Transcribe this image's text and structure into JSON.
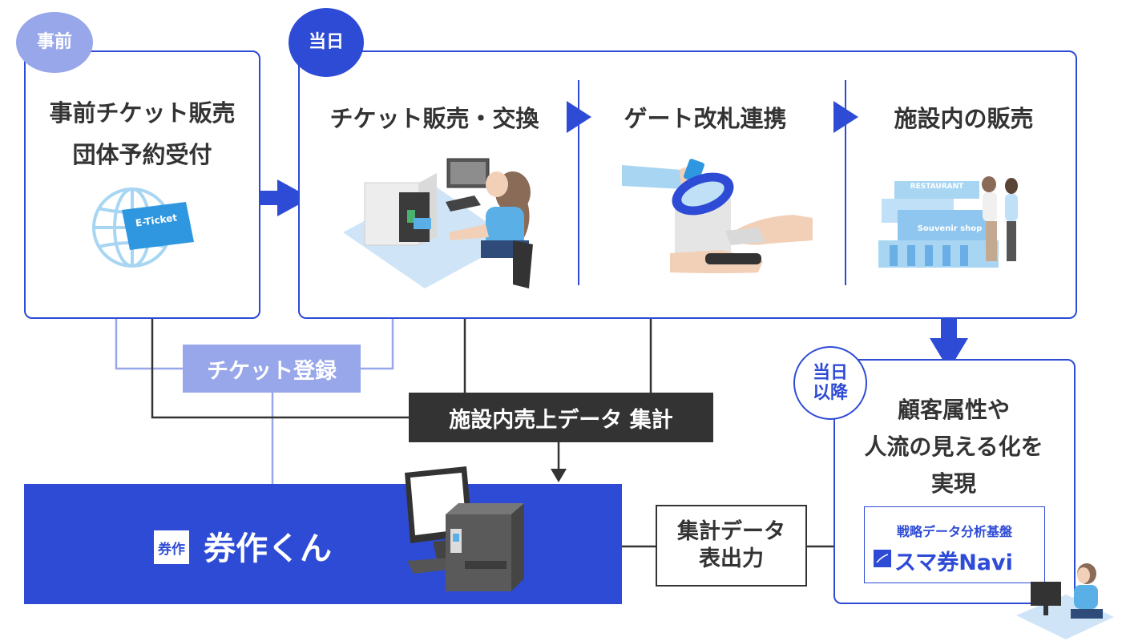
{
  "phases": {
    "advance": {
      "badge": "事前",
      "line1": "事前チケット販売",
      "line2": "団体予約受付",
      "ticket_label": "E-Ticket"
    },
    "same_day": {
      "badge": "当日",
      "stages": [
        {
          "title": "チケット販売・交換"
        },
        {
          "title": "ゲート改札連携"
        },
        {
          "title": "施設内の販売"
        }
      ],
      "restaurant_label": "RESTAURANT",
      "shop_label": "Souvenir shop"
    },
    "after": {
      "badge_line1": "当日",
      "badge_line2": "以降",
      "text_line1": "顧客属性や",
      "text_line2": "人流の見える化を",
      "text_line3": "実現"
    }
  },
  "labels": {
    "ticket_registration": "チケット登録",
    "sales_aggregation": "施設内売上データ 集計",
    "export_line1": "集計データ",
    "export_line2": "表出力"
  },
  "product": {
    "logo_glyph": "券作",
    "name": "券作くん"
  },
  "navi": {
    "caption": "戦略データ分析基盤",
    "name": "スマ券Navi"
  },
  "colors": {
    "accent": "#2e4bd6",
    "light_accent": "#98a6ea",
    "dark_label": "#333333"
  }
}
